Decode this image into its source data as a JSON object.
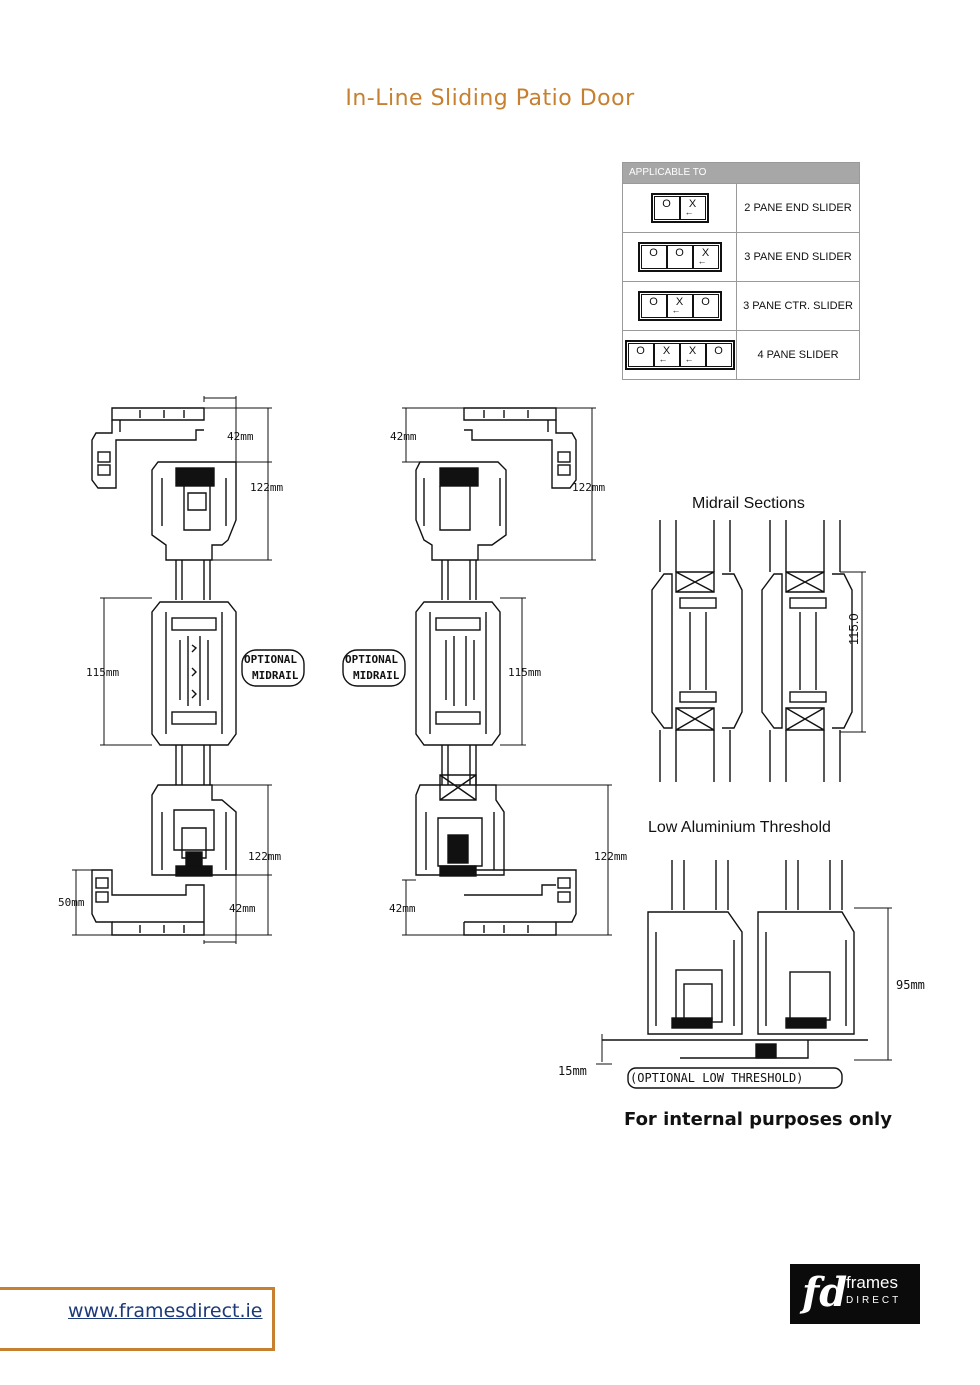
{
  "title": "In-Line Sliding Patio Door",
  "applicable_to": {
    "header": "APPLICABLE TO",
    "rows": [
      {
        "panes": [
          "O",
          "X"
        ],
        "arrow_under": [
          1
        ],
        "label": "2 PANE END SLIDER"
      },
      {
        "panes": [
          "O",
          "O",
          "X"
        ],
        "arrow_under": [
          2
        ],
        "label": "3 PANE END SLIDER"
      },
      {
        "panes": [
          "O",
          "X",
          "O"
        ],
        "arrow_under": [
          1
        ],
        "label": "3 PANE CTR. SLIDER"
      },
      {
        "panes": [
          "O",
          "X",
          "X",
          "O"
        ],
        "arrow_under": [
          1,
          2
        ],
        "label": "4 PANE SLIDER"
      }
    ]
  },
  "left_section": {
    "dim_top_width": "42mm",
    "dim_top_height": "122mm",
    "dim_midrail": "115mm",
    "dim_bottom_height": "122mm",
    "dim_bottom_width": "42mm",
    "dim_bottom_left": "50mm",
    "midrail_label_line1": "OPTIONAL",
    "midrail_label_line2": "MIDRAIL"
  },
  "right_section": {
    "dim_top_width": "42mm",
    "dim_top_height": "122mm",
    "dim_midrail": "115mm",
    "dim_bottom_height": "122mm",
    "dim_bottom_width": "42mm",
    "midrail_label_line1": "OPTIONAL",
    "midrail_label_line2": "MIDRAIL"
  },
  "midrail_sections": {
    "heading": "Midrail Sections",
    "dim": "115.0"
  },
  "threshold": {
    "heading": "Low Aluminium Threshold",
    "dim_height": "95mm",
    "dim_step": "15mm",
    "caption": "(OPTIONAL LOW THRESHOLD)"
  },
  "note": "For internal purposes only",
  "footer": {
    "url": "www.framesdirect.ie",
    "logo_mark": "fd",
    "logo_word1": "frames",
    "logo_word2": "DIRECT"
  },
  "colors": {
    "accent": "#c7802f",
    "link": "#1d3a78",
    "line": "#111111",
    "table_header": "#a7a7a7"
  }
}
